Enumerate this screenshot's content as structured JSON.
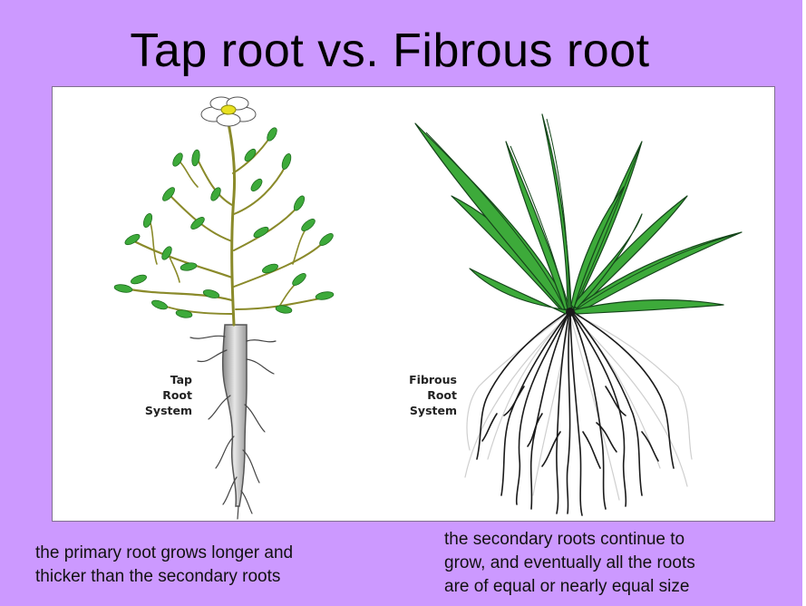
{
  "title": "Tap root vs. Fibrous root",
  "tap_label": [
    "Tap",
    "Root",
    "System"
  ],
  "fibrous_label": [
    "Fibrous",
    "Root",
    "System"
  ],
  "caption_left": [
    "the primary root grows longer and",
    "thicker than the secondary roots"
  ],
  "caption_right": [
    "the secondary roots continue to",
    "grow, and eventually all the roots",
    "are of equal or nearly equal size"
  ],
  "colors": {
    "background": "#cc99ff",
    "leaf_green": "#3daa3a",
    "stem_olive": "#8a8a2a",
    "taproot_grey": "#b8b8b8",
    "fibrous_root": "#1a1a1a"
  },
  "icons": [
    "tap-root-plant-icon",
    "fibrous-root-plant-icon",
    "flower-icon"
  ]
}
